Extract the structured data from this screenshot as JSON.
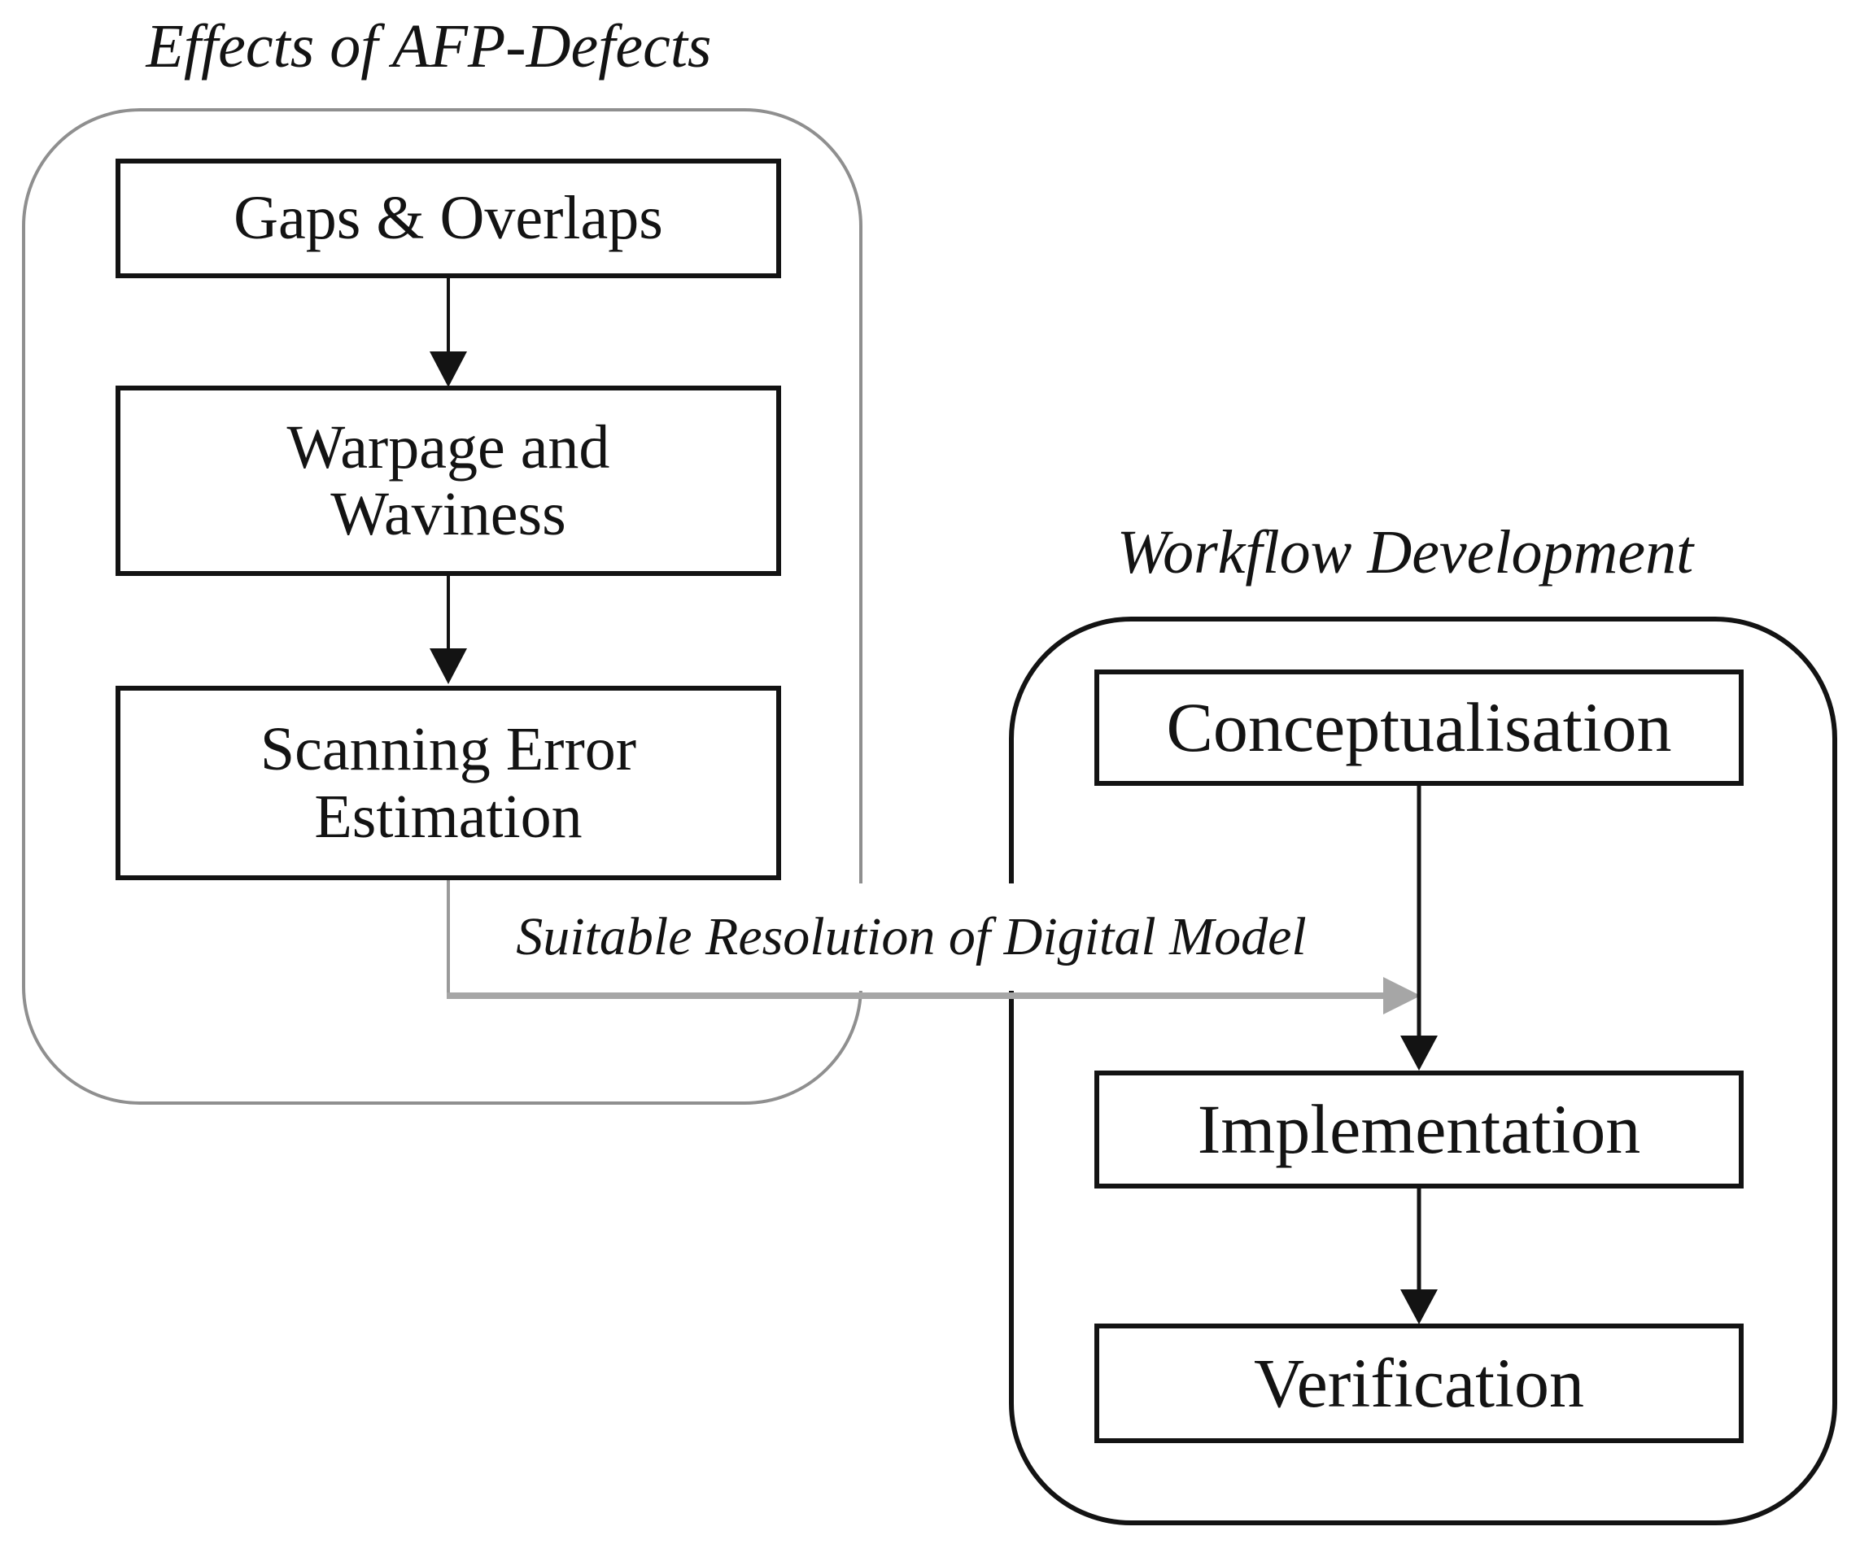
{
  "figure": {
    "left_group": {
      "title": "Effects of AFP-Defects",
      "boxes": [
        "Gaps & Overlaps",
        "Warpage and Waviness",
        "Scanning Error Estimation"
      ]
    },
    "right_group": {
      "title": "Workflow Development",
      "boxes": [
        "Conceptualisation",
        "Implementation",
        "Verification"
      ]
    },
    "connector": {
      "label": "Suitable Resolution of Digital Model"
    },
    "colors": {
      "line_black": "#131313",
      "group_left_border": "#8f8f8f",
      "connector_gray": "#a6a6a6",
      "connector_gray_dark": "#9a9a9a",
      "text": "#131313",
      "background": "#ffffff"
    }
  }
}
